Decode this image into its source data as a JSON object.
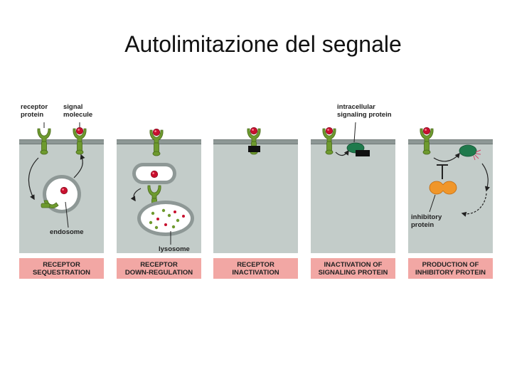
{
  "title": "Autolimitazione del segnale",
  "labels": {
    "receptor_protein": [
      "receptor",
      "protein"
    ],
    "signal_molecule": [
      "signal",
      "molecule"
    ],
    "endosome": "endosome",
    "lysosome": "lysosome",
    "intracellular_signaling_protein": [
      "intracellular",
      "signaling protein"
    ],
    "inhibitory_protein": [
      "inhibitory",
      "protein"
    ]
  },
  "panels": [
    {
      "caption": [
        "RECEPTOR",
        "SEQUESTRATION"
      ]
    },
    {
      "caption": [
        "RECEPTOR",
        "DOWN-REGULATION"
      ]
    },
    {
      "caption": [
        "RECEPTOR",
        "INACTIVATION"
      ]
    },
    {
      "caption": [
        "INACTIVATION OF",
        "SIGNALING PROTEIN"
      ]
    },
    {
      "caption": [
        "PRODUCTION OF",
        "INHIBITORY PROTEIN"
      ]
    }
  ],
  "colors": {
    "panel_bg": "#c3ccc9",
    "membrane": "#8e9896",
    "caption_bg": "#f2a7a4",
    "receptor": "#6e9a2e",
    "signal": "#c8102e",
    "signaling_protein": "#1f7a4c",
    "inhibitory_protein": "#f0962a"
  }
}
